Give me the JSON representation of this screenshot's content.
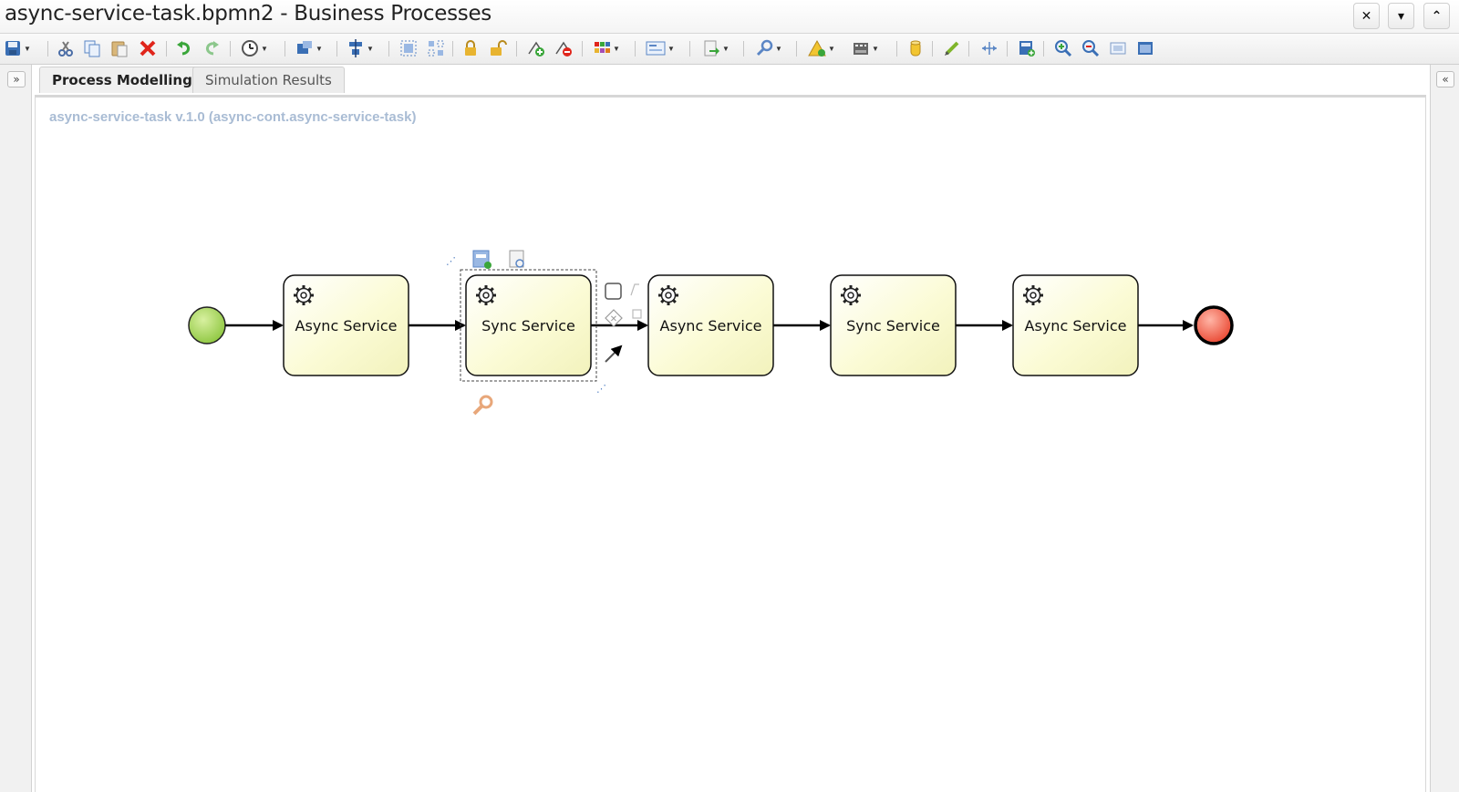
{
  "window": {
    "title": "async-service-task.bpmn2 - Business Processes",
    "controls": [
      "✕",
      "▾",
      "⌃"
    ]
  },
  "toolbar": {
    "groups": [
      [
        "save-icon"
      ],
      [
        "cut-icon",
        "copy-icon",
        "paste-icon",
        "delete-icon"
      ],
      [
        "undo-icon",
        "redo-icon"
      ],
      [
        "clock-icon"
      ],
      [
        "layout-icon"
      ],
      [
        "align-icon"
      ],
      [
        "group-icon",
        "ungroup-icon"
      ],
      [
        "lock-icon",
        "unlock-icon"
      ],
      [
        "add-docker-icon",
        "remove-docker-icon"
      ],
      [
        "color-grid-icon"
      ],
      [
        "form-icon"
      ],
      [
        "export-icon"
      ],
      [
        "wrench-icon"
      ],
      [
        "warning-icon"
      ],
      [
        "film-icon"
      ],
      [
        "database-icon"
      ],
      [
        "pencil-icon"
      ],
      [
        "move-icon"
      ],
      [
        "add-page-icon"
      ],
      [
        "zoom-in-icon",
        "zoom-out-icon",
        "zoom-fit-icon",
        "fullscreen-icon"
      ]
    ]
  },
  "tabs": {
    "process_modelling": "Process Modelling",
    "simulation_results": "Simulation Results"
  },
  "canvas": {
    "process_label": "async-service-task v.1.0 (async-cont.async-service-task)"
  },
  "process": {
    "start_color": "#8dc63f",
    "end_color": "#e8432d",
    "task_fill": "#fbfbd5",
    "tasks": [
      {
        "label": "Async Service",
        "selected": false
      },
      {
        "label": "Sync Service",
        "selected": true
      },
      {
        "label": "Async Service",
        "selected": false
      },
      {
        "label": "Sync Service",
        "selected": false
      },
      {
        "label": "Async Service",
        "selected": false
      }
    ]
  }
}
